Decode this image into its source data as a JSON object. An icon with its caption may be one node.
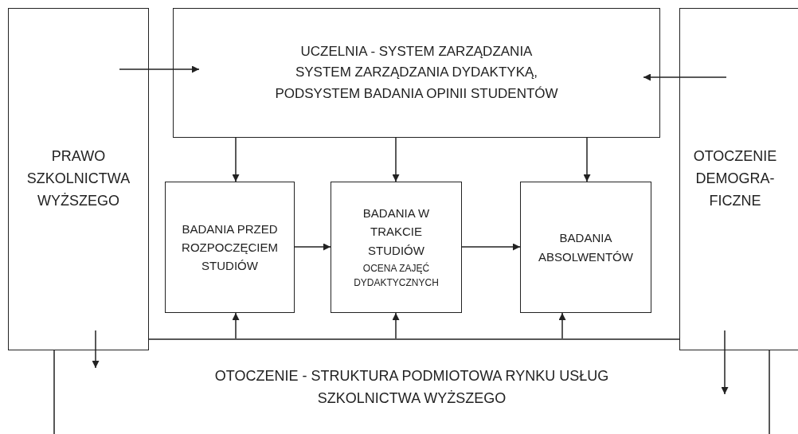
{
  "diagram": {
    "nodes": [
      {
        "text": [
          "PRAWO SZKOLNICTWA WYŻSZEGO"
        ]
      },
      {
        "text": [
          "UCZELNIA - SYSTEM ZARZĄDZANIA",
          "SYSTEM ZARZĄDZANIA DYDAKTYKĄ,",
          "PODSYSTEM BADANIA OPINII STUDENTÓW"
        ]
      },
      {
        "text": [
          "OTOCZENIE DEMOGRA- FICZNE"
        ]
      },
      {
        "text": [
          "BADANIA PRZED ROZPOCZĘCIEM STUDIÓW"
        ]
      },
      {
        "text": [
          "BADANIA W TRAKCIE STUDIÓW",
          "OCENA ZAJĘĆ DYDAKTYCZNYCH"
        ]
      },
      {
        "text": [
          "BADANIA ABSOLWENTÓW"
        ]
      },
      {
        "text": [
          "OTOCZENIE - STRUKTURA PODMIOTOWA RYNKU USŁUG SZKOLNICTWA WYŻSZEGO"
        ]
      }
    ],
    "edges": [
      {
        "from": 0,
        "to": 1,
        "arrow": "to"
      },
      {
        "from": 2,
        "to": 1,
        "arrow": "to"
      },
      {
        "from": 1,
        "to": 3,
        "arrow": "to"
      },
      {
        "from": 1,
        "to": 4,
        "arrow": "to"
      },
      {
        "from": 1,
        "to": 5,
        "arrow": "to"
      },
      {
        "from": 3,
        "to": 4,
        "arrow": "to"
      },
      {
        "from": 4,
        "to": 5,
        "arrow": "to"
      },
      {
        "from": 6,
        "to": 3,
        "arrow": "to"
      },
      {
        "from": 6,
        "to": 4,
        "arrow": "to"
      },
      {
        "from": 6,
        "to": 5,
        "arrow": "to"
      },
      {
        "from": 0,
        "to": 6,
        "arrow": "to"
      },
      {
        "from": 2,
        "to": 6,
        "arrow": "to"
      }
    ]
  }
}
